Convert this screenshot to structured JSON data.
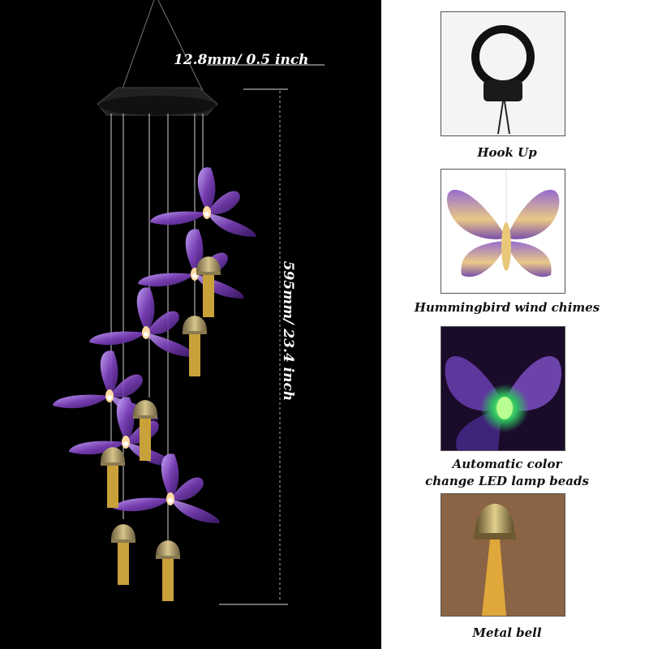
{
  "dimensions": {
    "width": "12.8mm/ 0.5 inch",
    "height": "595mm/ 23.4 inch"
  },
  "features": [
    {
      "caption": "Hook Up"
    },
    {
      "caption": "Hummingbird wind chimes"
    },
    {
      "caption_line1": "Automatic color",
      "caption_line2": "change LED lamp beads"
    },
    {
      "caption": "Metal bell"
    }
  ],
  "colors": {
    "background_left": "#000000",
    "butterfly_purple": "#7b3fb8",
    "bell_gold": "#b8a46a"
  }
}
